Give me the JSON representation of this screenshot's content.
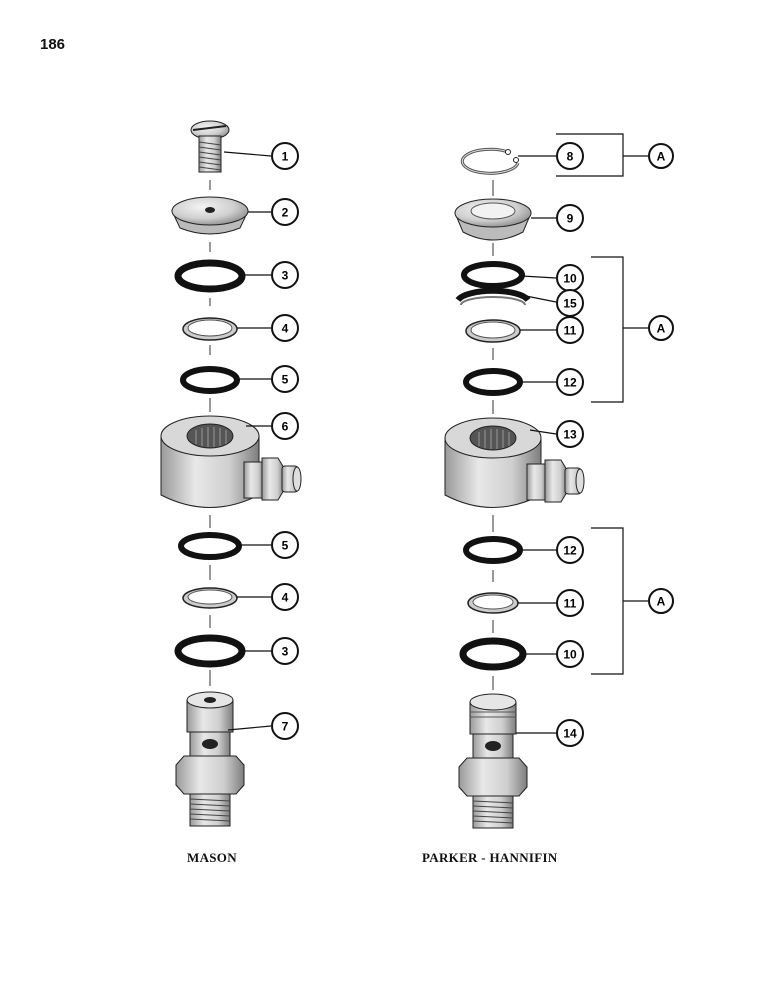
{
  "page_number": "186",
  "captions": {
    "left": "MASON",
    "right": "PARKER - HANNIFIN"
  },
  "callouts_left": [
    "1",
    "2",
    "3",
    "4",
    "5",
    "6",
    "5",
    "4",
    "3",
    "7"
  ],
  "callouts_right": [
    "8",
    "10",
    "15",
    "9",
    "11",
    "12",
    "13",
    "12",
    "11",
    "10",
    "14"
  ],
  "group_label": "A"
}
